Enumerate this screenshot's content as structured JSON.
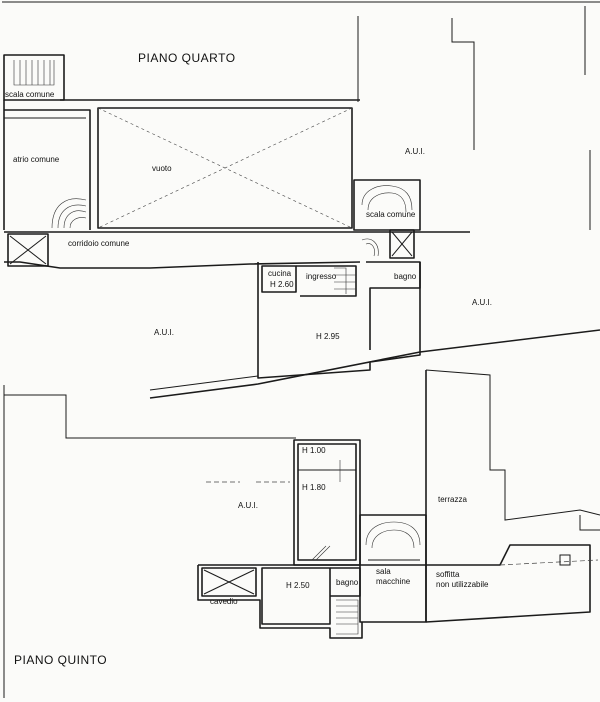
{
  "floor_titles": {
    "fourth": "PIANO QUARTO",
    "fifth": "PIANO QUINTO"
  },
  "rooms_fourth": {
    "stair_common_left": "scala comune",
    "atrium": "atrio comune",
    "void": "vuoto",
    "aui_top_right": "A.U.I.",
    "stair_common_right": "scala comune",
    "corridor": "corridoio comune",
    "kitchen": "cucina",
    "kitchen_height": "H 2.60",
    "entrance": "ingresso",
    "bathroom": "bagno",
    "aui_right": "A.U.I.",
    "aui_left": "A.U.I.",
    "main_height": "H 2.95"
  },
  "rooms_fifth": {
    "height_top": "H 1.00",
    "height_mid": "H 1.80",
    "aui": "A.U.I.",
    "terrace": "terrazza",
    "light_well": "cavedio",
    "room_height": "H 2.50",
    "bathroom": "bagno",
    "machine_room": "sala\nmacchine",
    "attic": "soffitta\nnon utilizzabile"
  }
}
